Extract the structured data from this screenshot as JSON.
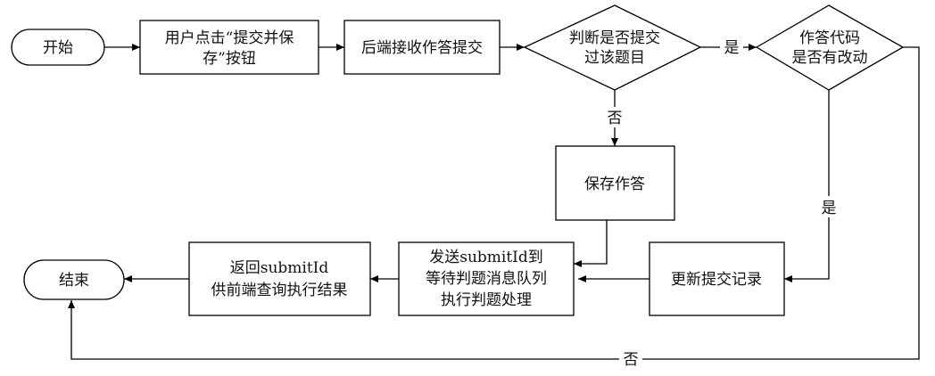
{
  "nodes": {
    "start": {
      "lines": [
        "开始"
      ]
    },
    "click_submit": {
      "lines": [
        "用户点击“提交并保",
        "存”按钮"
      ]
    },
    "backend_receive": {
      "lines": [
        "后端接收作答提交"
      ]
    },
    "check_submitted": {
      "lines": [
        "判断是否提交",
        "过该题目"
      ]
    },
    "code_changed": {
      "lines": [
        "作答代码",
        "是否有改动"
      ]
    },
    "save_answer": {
      "lines": [
        "保存作答"
      ]
    },
    "update_record": {
      "lines": [
        "更新提交记录"
      ]
    },
    "send_queue": {
      "lines": [
        "发送submitId到",
        "等待判题消息队列",
        "执行判题处理"
      ]
    },
    "return_id": {
      "lines": [
        "返回submitId",
        "供前端查询执行结果"
      ]
    },
    "end": {
      "lines": [
        "结束"
      ]
    }
  },
  "edge_labels": {
    "yes_top": "是",
    "no_mid": "否",
    "yes_right": "是",
    "no_bottom": "否"
  }
}
